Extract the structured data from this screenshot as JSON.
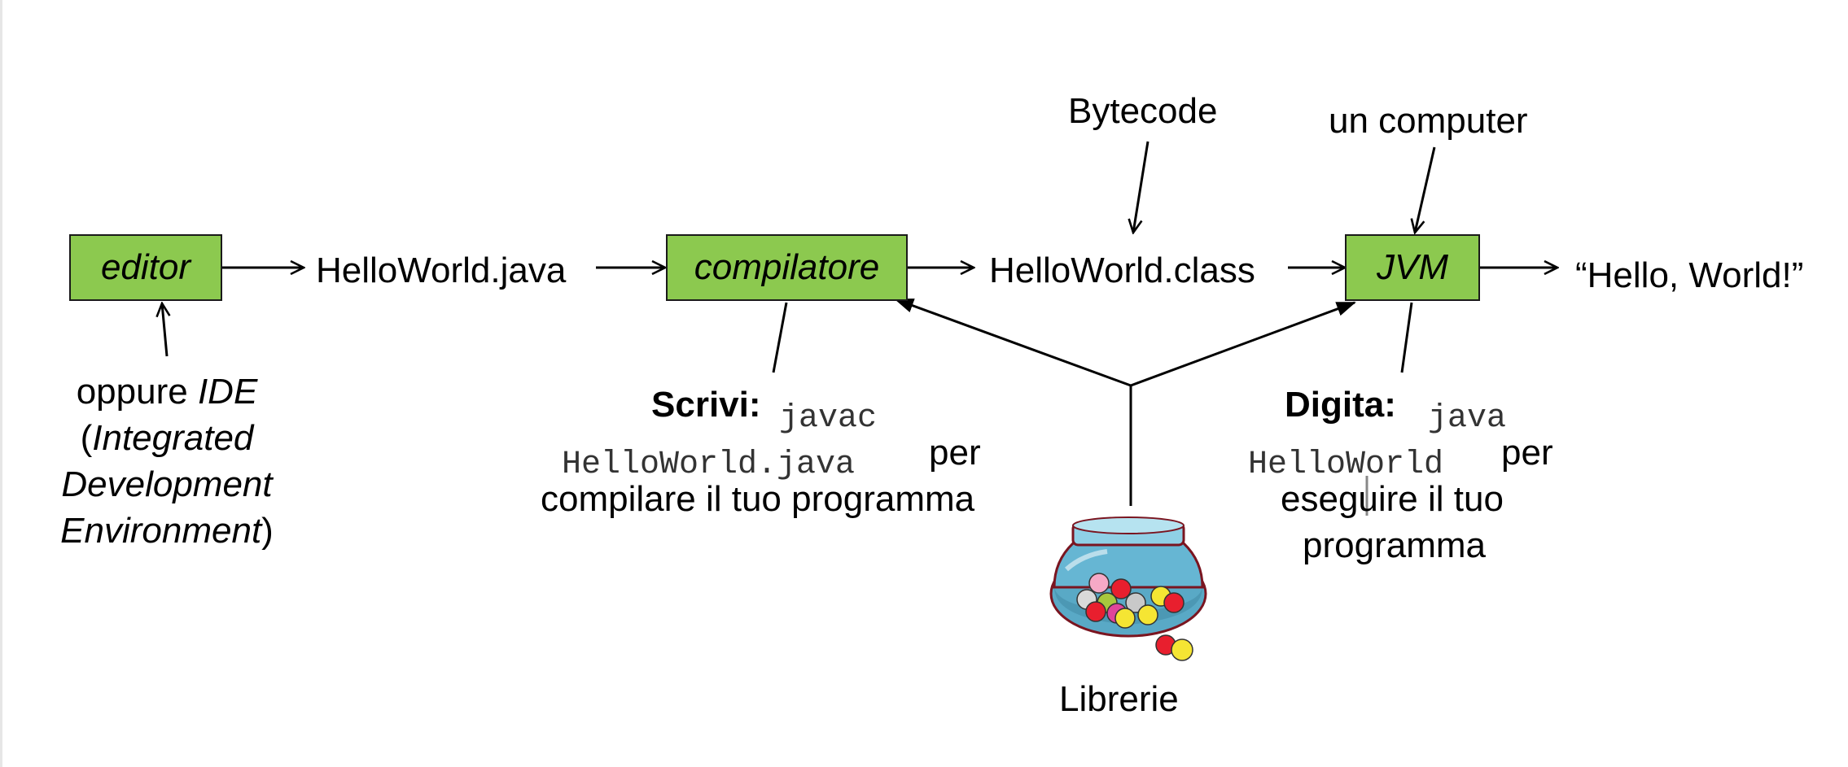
{
  "nodes": {
    "editor": "editor",
    "compiler": "compilatore",
    "jvm": "JVM"
  },
  "artifacts": {
    "source_file": "HelloWorld.java",
    "class_file": "HelloWorld.class",
    "output": "“Hello, World!”"
  },
  "callouts": {
    "bytecode": "Bytecode",
    "computer": "un computer",
    "libraries": "Librerie"
  },
  "ide_note": {
    "l1_a": "oppure ",
    "l1_b": "IDE",
    "l2_a": "(",
    "l2_b": "Integrated",
    "l3": "Development",
    "l4_a": "Environment",
    "l4_b": ")"
  },
  "compile_note": {
    "label": "Scrivi:",
    "cmd_1": "javac",
    "cmd_2": "HelloWorld.java",
    "per": "per",
    "rest": "compilare il tuo programma"
  },
  "run_note": {
    "label": "Digita:",
    "cmd_1": "java",
    "cmd_2": "HelloWorld",
    "per": "per",
    "rest_1": "eseguire il tuo",
    "rest_2": "programma"
  }
}
